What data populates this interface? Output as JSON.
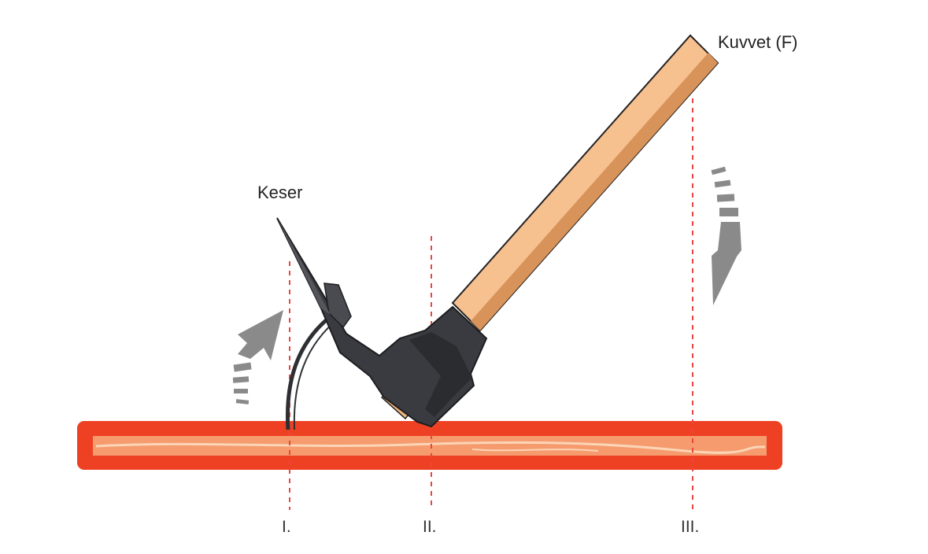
{
  "labels": {
    "force": "Kuvvet (F)",
    "keser": "Keser",
    "axis_1": "I.",
    "axis_2": "II.",
    "axis_3": "III."
  },
  "colors": {
    "board_outer": "#ee4123",
    "board_inner": "#f59b6e",
    "handle": "#f7c08f",
    "handle_shadow": "#d8935a",
    "metal": "#3a3b40",
    "guide_line": "#e8463f",
    "arrow": "#8a8a8a"
  },
  "icons": {
    "up_arrow": "curved-up-arrow-icon",
    "down_arrow": "curved-down-arrow-icon"
  }
}
